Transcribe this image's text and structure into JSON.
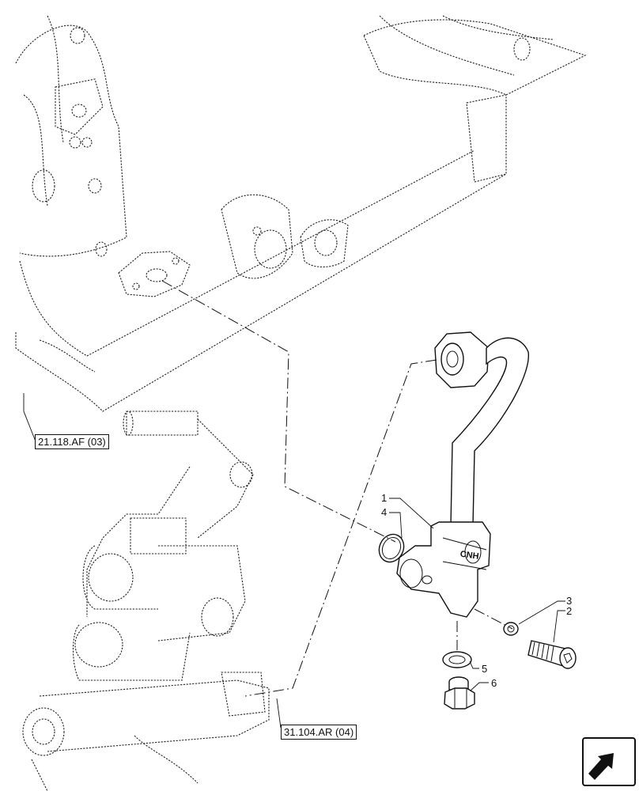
{
  "callouts": [
    "1",
    "2",
    "3",
    "4",
    "5",
    "6"
  ],
  "references": {
    "ref_top": "21.118.AF (03)",
    "ref_bottom": "31.104.AR (04)"
  },
  "brand_mark": "CNH",
  "nav": {
    "icon": "next-page-arrow-icon"
  }
}
